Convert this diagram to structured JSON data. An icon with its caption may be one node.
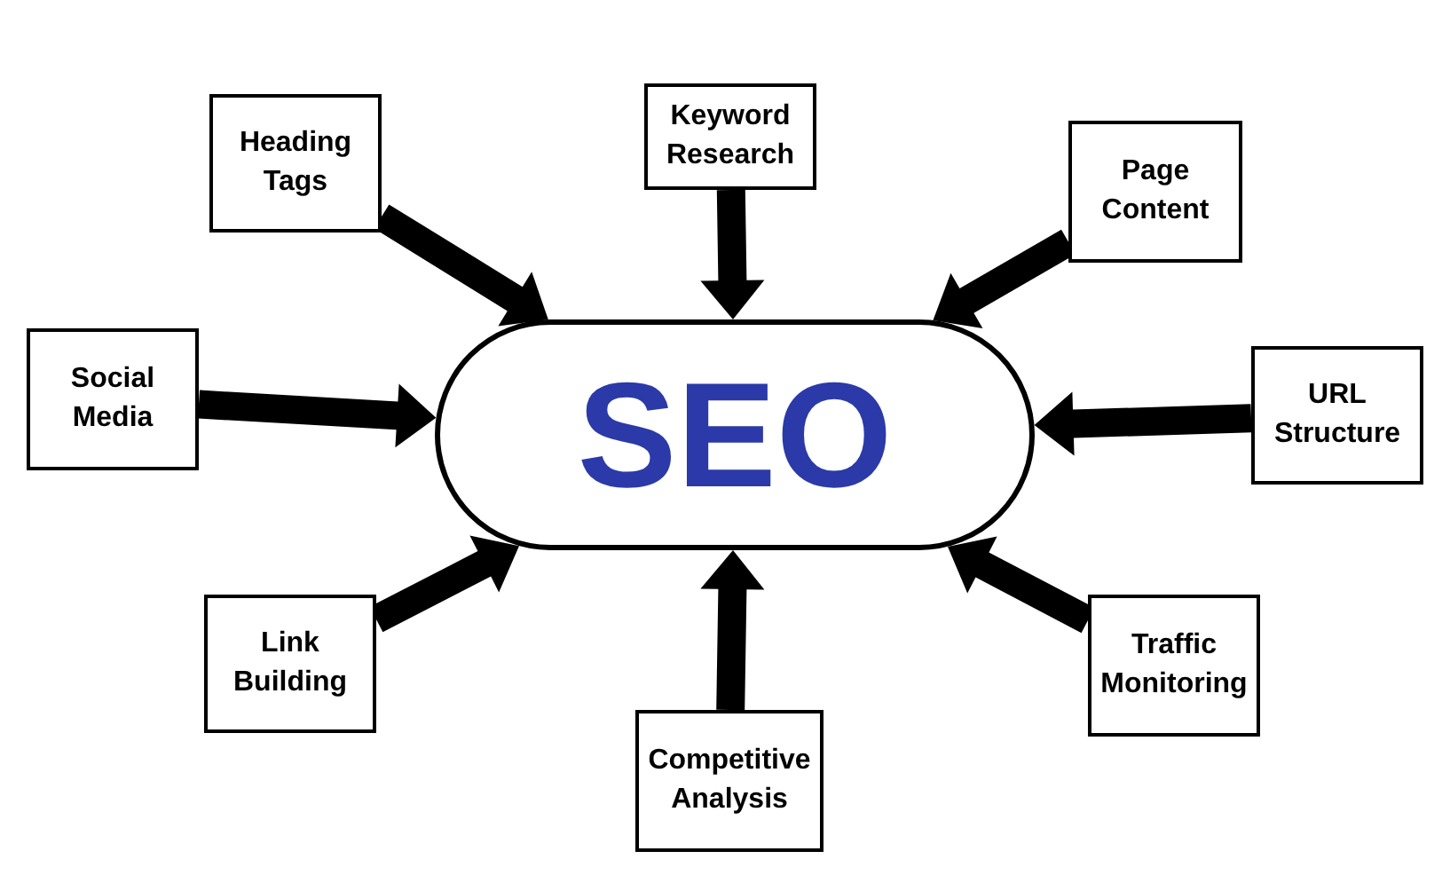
{
  "diagram": {
    "nodes": [
      {
        "text": [
          "SEO"
        ]
      },
      {
        "text": [
          "Keyword Research"
        ]
      },
      {
        "text": [
          "Heading Tags"
        ]
      },
      {
        "text": [
          "Page Content"
        ]
      },
      {
        "text": [
          "Social Media"
        ]
      },
      {
        "text": [
          "URL Structure"
        ]
      },
      {
        "text": [
          "Link Building"
        ]
      },
      {
        "text": [
          "Traffic Monitoring"
        ]
      },
      {
        "text": [
          "Competitive Analysis"
        ]
      }
    ],
    "edges": [
      {
        "from": 1,
        "to": 0,
        "arrow": "to"
      },
      {
        "from": 2,
        "to": 0,
        "arrow": "to"
      },
      {
        "from": 3,
        "to": 0,
        "arrow": "to"
      },
      {
        "from": 4,
        "to": 0,
        "arrow": "to"
      },
      {
        "from": 5,
        "to": 0,
        "arrow": "to"
      },
      {
        "from": 6,
        "to": 0,
        "arrow": "to"
      },
      {
        "from": 7,
        "to": 0,
        "arrow": "to"
      },
      {
        "from": 8,
        "to": 0,
        "arrow": "to"
      }
    ]
  }
}
